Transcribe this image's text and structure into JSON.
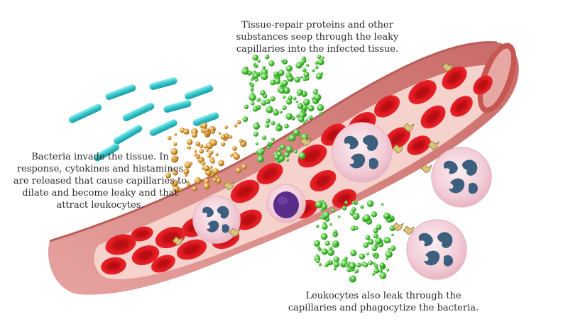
{
  "captions": {
    "tissue_repair": [
      "Tissue-repair proteins and other",
      "substances seep through the leaky",
      "capillaries into the infected tissue."
    ],
    "bacteria_invade": [
      "Bacteria invade the tissue. In",
      "response, cytokines and histamines",
      "are released that cause capillaries to",
      "dilate and become leaky and that",
      "attract leukocytes."
    ],
    "leukocytes_leak": [
      "Leukocytes also leak through the",
      "capillaries and phagocytize the bacteria."
    ]
  },
  "colors": {
    "vessel_wall": "#d9817e",
    "vessel_lumen": "#f3c7c2",
    "red_blood_cell": "#d8151c",
    "leukocyte_body": "#f4d3dc",
    "leukocyte_nucleus": "#3d5f7e",
    "lymphocyte_nucleus": "#5a2d8a",
    "bacteria": "#3cc8cc",
    "cytokines": "#c98a2a",
    "repair_proteins": "#3eb82e"
  }
}
